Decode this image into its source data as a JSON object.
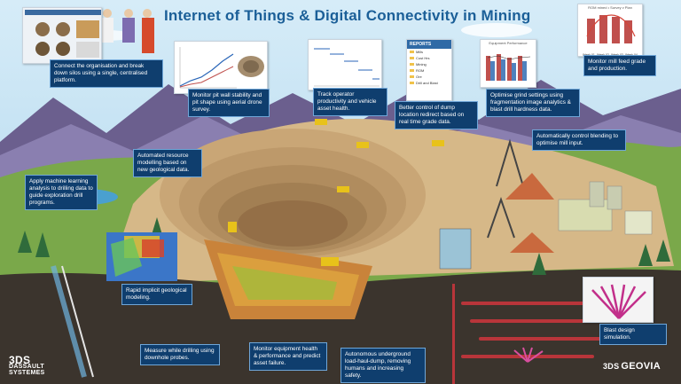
{
  "title": "Internet of Things & Digital Connectivity in Mining",
  "callouts": {
    "centralised": "Connect the organisation and break down silos using a single, centralised platform.",
    "pit_wall": "Monitor pit wall stability and pit shape using aerial drone survey.",
    "operator": "Track operator productivity and vehicle asset health.",
    "dump": "Better control of dump location redirect based on real time grade data.",
    "grind": "Optimise grind settings using fragmentation image analytics & blast drill hardness data.",
    "mill": "Monitor mill feed grade and production.",
    "resource": "Automated resource modelling based on new geological data.",
    "blending": "Automatically control blending to optimise mill input.",
    "ml": "Apply machine learning analysis to drilling data to guide exploration drill programs.",
    "implicit": "Rapid implicit geological modeling.",
    "mwd": "Measure while drilling using downhole probes.",
    "equipment": "Monitor equipment health & performance and predict asset failure.",
    "underground": "Autonomous underground load-haul-dump, removing humans and increasing safety.",
    "blast": "Blast design simulation."
  },
  "reports": {
    "header": "REPORTS",
    "items": [
      "Mills",
      "Cost Hrs",
      "Mining",
      "ROM",
      "Ore",
      "Drill and Blast"
    ]
  },
  "mini_charts": {
    "grind_title": "Equipment Performance",
    "mill_title": "ROM mined • Survey v Plan",
    "mill_weeks": [
      "Week 01",
      "Week 02",
      "Week 03",
      "Week 04"
    ]
  },
  "brands": {
    "left_line1": "DASSAULT",
    "left_line2": "SYSTEMES",
    "right": "GEOVIA"
  },
  "colors": {
    "callout_bg": "#0f3e6e",
    "title": "#1b5f98",
    "sky": "#bfe0f2",
    "mountains": "#6b5f8e",
    "ground": "#c9a77a",
    "underground": "#3b342d"
  }
}
